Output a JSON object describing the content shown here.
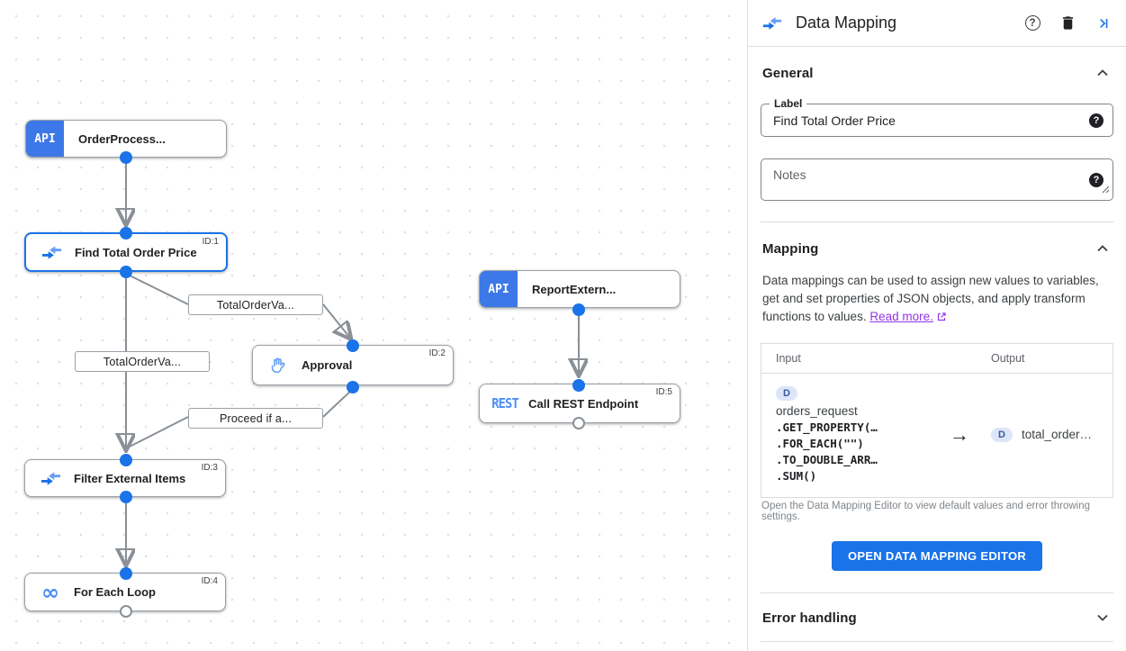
{
  "canvas": {
    "nodes": [
      {
        "label": "OrderProcess...",
        "type": "api-trigger",
        "chip": "API",
        "badge": ""
      },
      {
        "label": "Find Total Order Price",
        "type": "data-mapping",
        "badge": "ID:1"
      },
      {
        "label": "Approval",
        "type": "approval",
        "badge": "ID:2"
      },
      {
        "label": "ReportExtern...",
        "type": "api-trigger",
        "chip": "API",
        "badge": ""
      },
      {
        "label": "Call REST Endpoint",
        "type": "rest",
        "chip": "REST",
        "badge": "ID:5"
      },
      {
        "label": "Filter External Items",
        "type": "data-mapping",
        "badge": "ID:3"
      },
      {
        "label": "For Each Loop",
        "type": "loop",
        "badge": "ID:4"
      }
    ],
    "edge_labels": [
      {
        "text": "TotalOrderVa..."
      },
      {
        "text": "TotalOrderVa..."
      },
      {
        "text": "Proceed if a..."
      }
    ]
  },
  "panel": {
    "title": "Data Mapping",
    "icons": {
      "help": "?",
      "trash": "delete",
      "collapse": "collapse-panel"
    },
    "general": {
      "heading": "General",
      "label_field": {
        "label": "Label",
        "value": "Find Total Order Price",
        "help": "?"
      },
      "notes_field": {
        "placeholder": "Notes",
        "help": "?"
      }
    },
    "mapping": {
      "heading": "Mapping",
      "description": "Data mappings can be used to assign new values to variables, get and set properties of JSON objects, and apply transform functions to values.",
      "read_more": "Read more.",
      "table": {
        "input_header": "Input",
        "output_header": "Output",
        "row": {
          "input_badge": "D",
          "input_var": "orders_request",
          "fn1": ".GET_PROPERTY(…",
          "fn2": ".FOR_EACH(\"\")",
          "fn3": ".TO_DOUBLE_ARR…",
          "fn4": ".SUM()",
          "arrow": "→",
          "output_badge": "D",
          "output_var": "total_order…"
        }
      },
      "caption": "Open the Data Mapping Editor to view default values and error throwing settings.",
      "button": "OPEN DATA MAPPING EDITOR"
    },
    "error_handling": {
      "heading": "Error handling"
    }
  }
}
